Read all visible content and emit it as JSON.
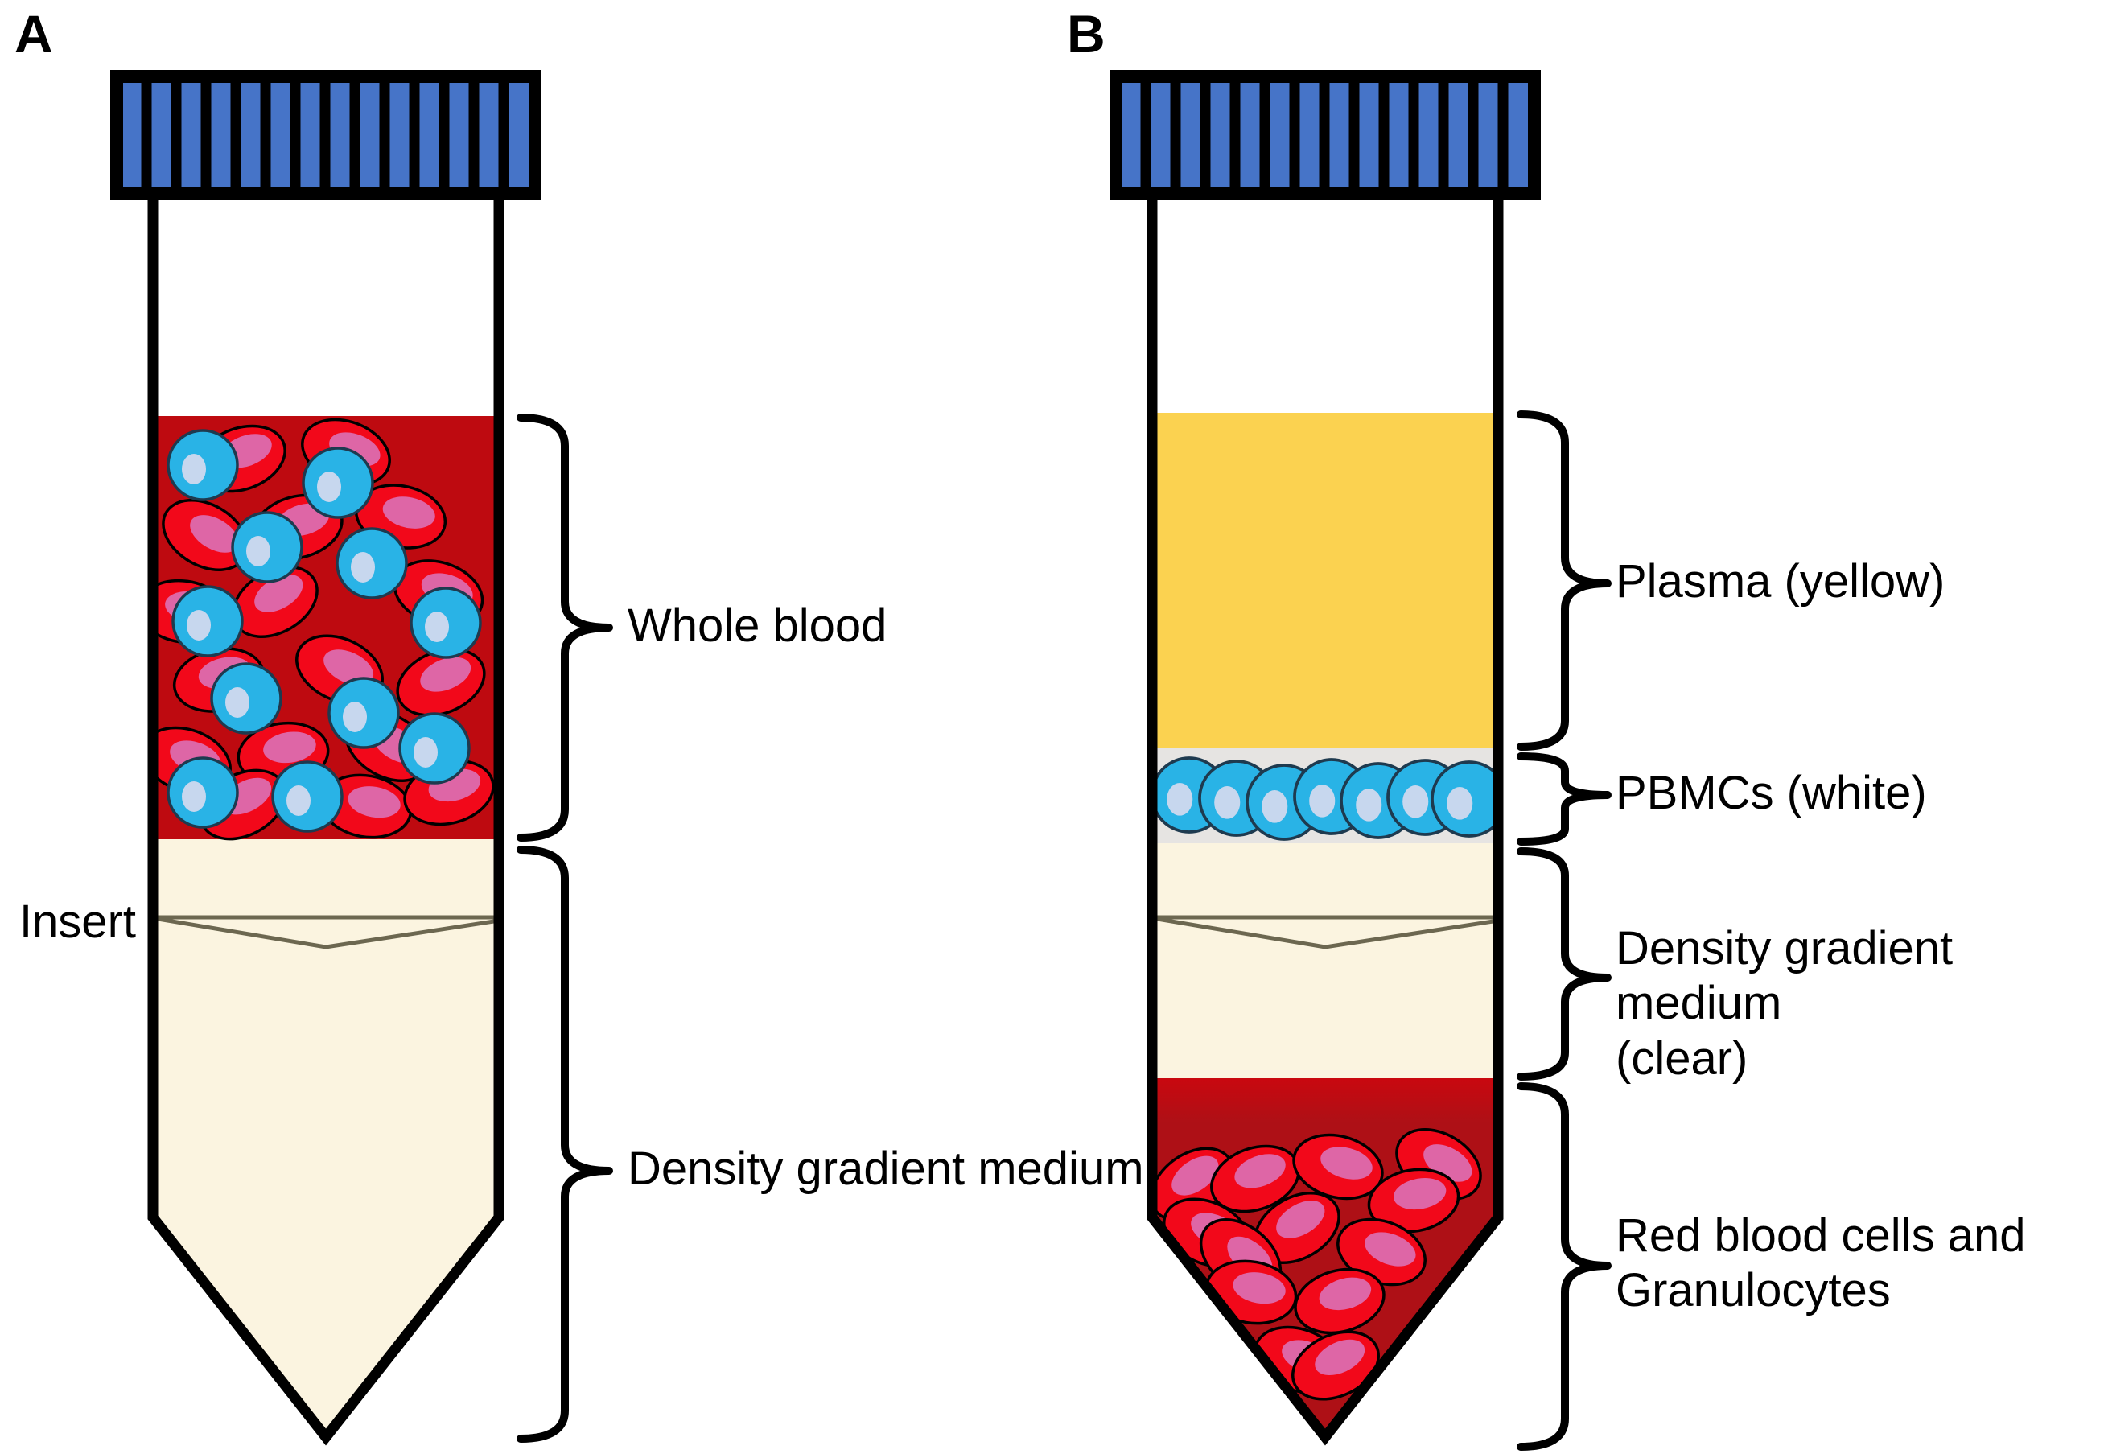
{
  "panel_a": {
    "label": "A",
    "insert_label": "Insert",
    "annotations": [
      "Whole blood",
      "Density gradient medium"
    ]
  },
  "panel_b": {
    "label": "B",
    "annotations": [
      "Plasma (yellow)",
      "PBMCs (white)",
      "Density gradient medium\n(clear)",
      "Red blood cells and\nGranulocytes"
    ]
  },
  "colors": {
    "cap_blue": "#4674C8",
    "blood_red": "#BE0A10",
    "rbc_fill": "#F2081A",
    "rbc_inner": "#DE66A6",
    "wbc_fill": "#29B3E6",
    "wbc_inner": "#C7D7EE",
    "wbc_outline": "#1E3A4F",
    "plasma_yellow": "#FBD250",
    "pbmc_band_gray": "#E6E4E2",
    "medium_cream": "#FBF4E0",
    "pellet_red_top": "#C9080F",
    "pellet_red": "#AE1016",
    "insert_line": "#6C6750",
    "outline": "#000000"
  }
}
